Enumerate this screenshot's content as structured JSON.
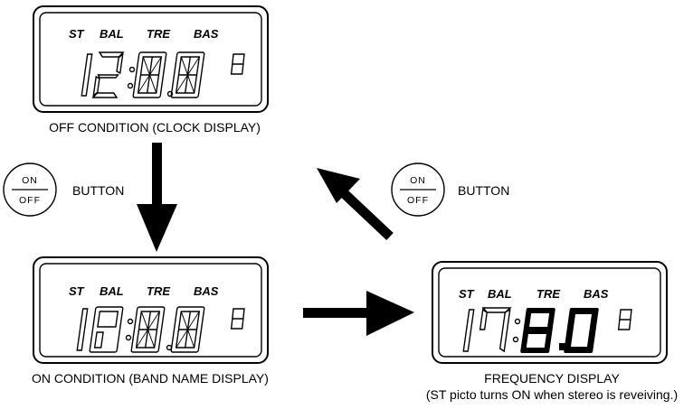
{
  "displays": {
    "off": {
      "indicators": [
        "ST",
        "BAL",
        "TRE",
        "BAS"
      ],
      "caption": "OFF CONDITION (CLOCK DISPLAY)"
    },
    "on": {
      "indicators": [
        "ST",
        "BAL",
        "TRE",
        "BAS"
      ],
      "caption": "ON CONDITION (BAND NAME DISPLAY)"
    },
    "frequency": {
      "indicators": [
        "ST",
        "BAL",
        "TRE",
        "BAS"
      ],
      "caption": "FREQUENCY DISPLAY",
      "note": "(ST picto turns ON when stereo is reveiving.)"
    }
  },
  "buttons": {
    "left": {
      "top": "ON",
      "bottom": "OFF",
      "label": "BUTTON"
    },
    "right": {
      "top": "ON",
      "bottom": "OFF",
      "label": "BUTTON"
    }
  }
}
